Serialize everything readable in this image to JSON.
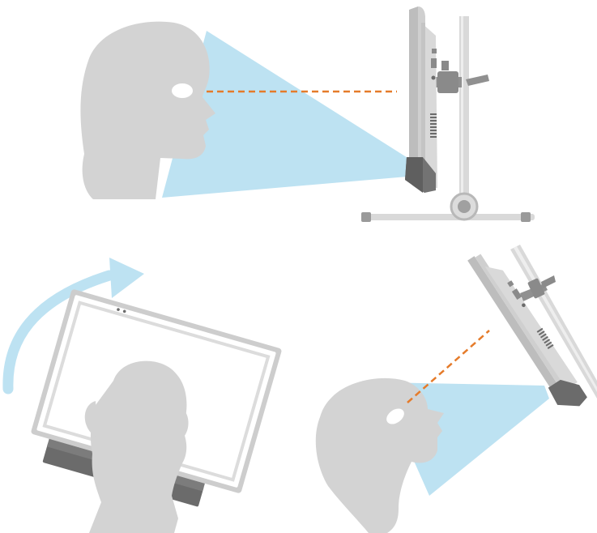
{
  "diagram": {
    "panels": [
      {
        "id": "panel-side-view",
        "icons": [
          "head-profile-icon",
          "eye-tracker-monitor-icon",
          "floor-stand-icon"
        ]
      },
      {
        "id": "panel-rotation",
        "icons": [
          "rotate-arrow-icon",
          "tilted-display-icon",
          "head-back-icon"
        ]
      },
      {
        "id": "panel-tilted-view",
        "icons": [
          "tilted-monitor-icon",
          "head-upward-profile-icon"
        ]
      }
    ],
    "colors": {
      "head": "#d3d3d3",
      "gaze_cone": "#bde2f2",
      "arrow": "#bde2f2",
      "gaze_line": "#e57b2a",
      "monitor_frame": "#cfcfcf",
      "monitor_dark": "#6b6b6b",
      "stand": "#d9d9d9",
      "eye": "#ffffff"
    }
  }
}
